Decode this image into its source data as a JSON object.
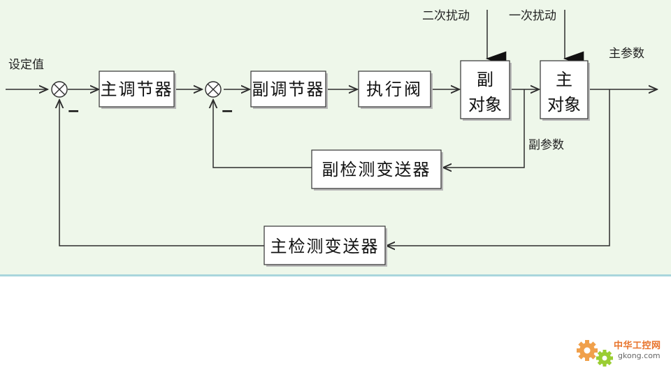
{
  "inputs": {
    "setpoint": "设定值",
    "disturbance_secondary": "二次扰动",
    "disturbance_primary": "一次扰动"
  },
  "outputs": {
    "primary_variable": "主参数",
    "secondary_variable": "副参数"
  },
  "blocks": {
    "primary_controller": "主调节器",
    "secondary_controller": "副调节器",
    "actuator_valve": "执行阀",
    "secondary_object_line1": "副",
    "secondary_object_line2": "对象",
    "primary_object_line1": "主",
    "primary_object_line2": "对象",
    "secondary_transmitter": "副检测变送器",
    "primary_transmitter": "主检测变送器"
  },
  "summing_junctions": {
    "outer_sign": "−",
    "inner_sign": "−"
  },
  "logo": {
    "title": "中华工控网",
    "url": "gkong.com"
  },
  "colors": {
    "panel_background": "#eef7ea",
    "panel_border": "#a9d6dc",
    "logo_orange": "#e8732a",
    "logo_green": "#9acd32"
  }
}
